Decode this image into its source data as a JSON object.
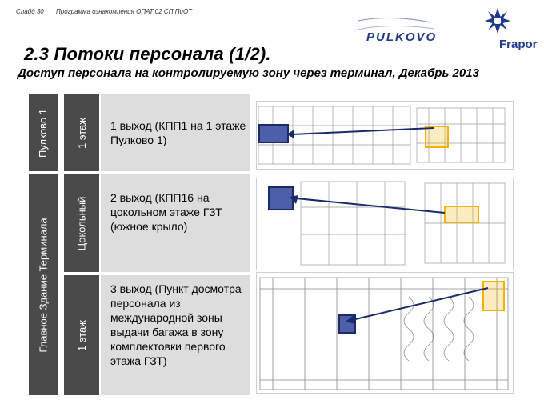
{
  "header": {
    "slide_label": "Слайд 30",
    "program_label": "Программа ознакомления ОПАТ 02 СП ПиОТ"
  },
  "logos": {
    "pulkovo": "PULKOVO",
    "fraport": "Fraport"
  },
  "title": "2.3 Потоки персонала (1/2).",
  "subtitle": "Доступ персонала на контролируемую зону через терминал, Декабрь 2013",
  "side_labels": {
    "pulkovo1": "Пулково 1",
    "main_building": "Главное Здание Терминала"
  },
  "floor_labels": {
    "first_floor_top": "1 этаж",
    "basement": "Цокольный",
    "first_floor_bottom": "1 этаж"
  },
  "exits": [
    {
      "text": "1 выход (КПП1 на 1 этаже Пулково 1)"
    },
    {
      "text": "2 выход (КПП16 на цокольном этаже ГЗТ (южное крыло)"
    },
    {
      "text": "3 выход (Пункт досмотра персонала из международной зоны выдачи багажа в зону комплектовки первого этажа ГЗТ)"
    }
  ],
  "colors": {
    "label_bar": "#4a4a4a",
    "row_bg": "#dddddd",
    "marker_blue": "#4d5fa8",
    "marker_orange": "#f2b400",
    "logo_blue": "#1f3a8a"
  }
}
